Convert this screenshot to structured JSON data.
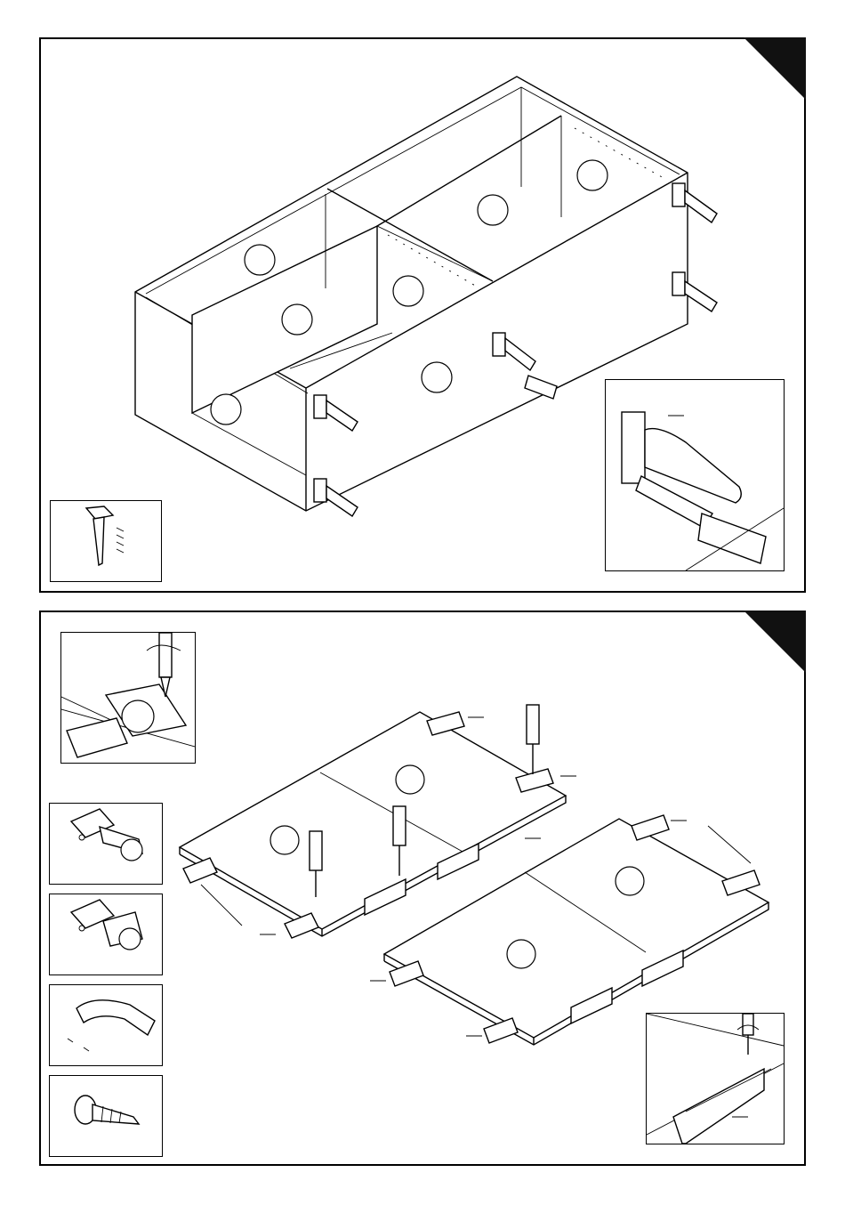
{
  "steps": [
    {
      "id": "leg-assembly",
      "parts_inset": {
        "items": [
          "leg-icon",
          "mounting-plate-icon",
          "screw-icon"
        ]
      },
      "detail_inset": {
        "items": [
          "leg-icon",
          "mounting-plate-icon",
          "screwdriver-icon"
        ]
      }
    },
    {
      "id": "door-hinge-handle-assembly",
      "parts": [
        "hinge-icon",
        "hinge-icon",
        "handle-icon",
        "screw-icon"
      ],
      "detail_insets": [
        "hinge-screw-detail",
        "handle-screw-detail"
      ]
    }
  ],
  "colors": {
    "line": "#000000",
    "fill": "#ffffff",
    "step_corner": "#111111"
  }
}
